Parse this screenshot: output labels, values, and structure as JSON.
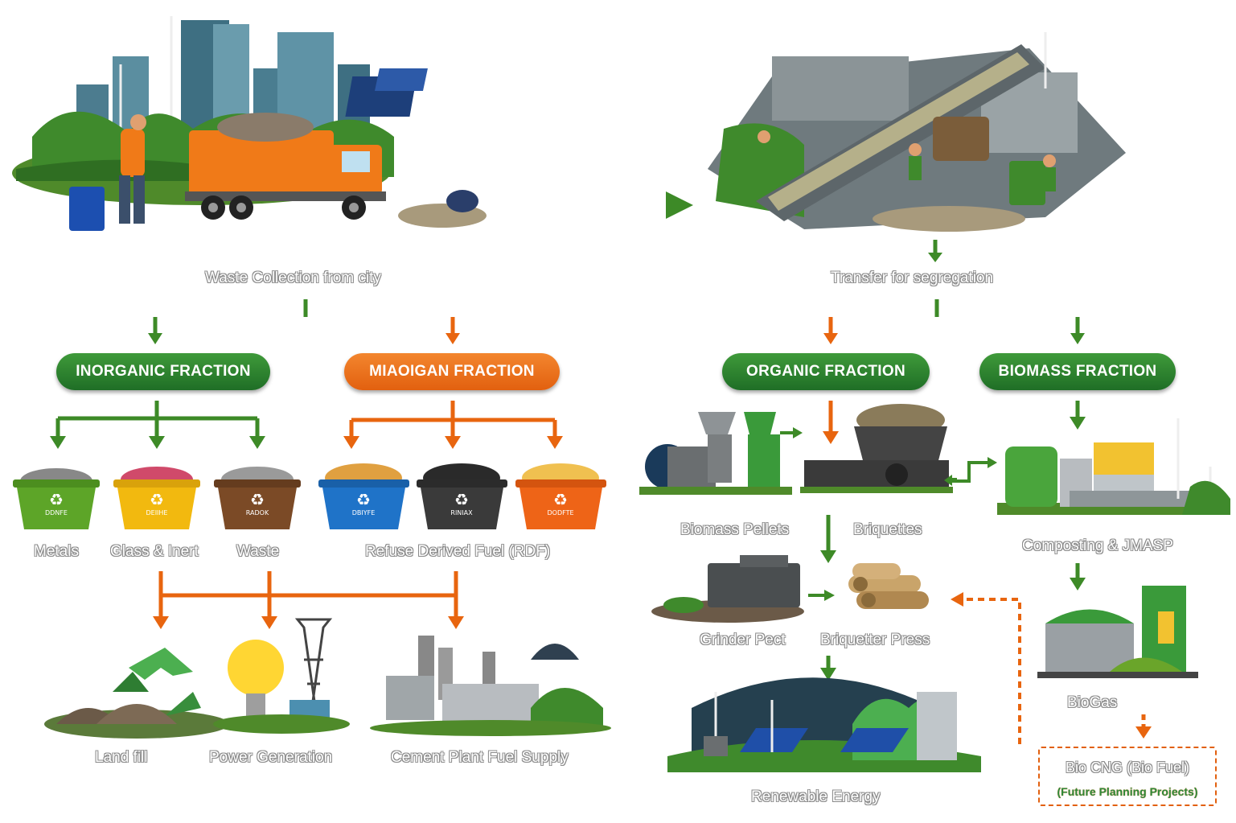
{
  "stages": {
    "collection": "Waste Collection from city",
    "transfer": "Transfer for segregation"
  },
  "fractions": {
    "inorganic": "INORGANIC FRACTION",
    "miaoigan": "MIAOIGAN FRACTION",
    "organic": "ORGANIC FRACTION",
    "biomass": "BIOMASS FRACTION"
  },
  "bins": {
    "metals": "Metals",
    "glass": "Glass & Inert",
    "waste": "Waste",
    "rdf": "Refuse Derived Fuel (RDF)"
  },
  "bin_codes": [
    "DDNFE",
    "DEIIHE",
    "RADOK",
    "DBIYFE",
    "RINIAX",
    "DODFTE"
  ],
  "outputs": {
    "landfill": "Land fill",
    "power": "Power Generation",
    "cement": "Cement Plant Fuel Supply"
  },
  "organic_chain": {
    "pellets": "Biomass Pellets",
    "briquettes": "Briquettes",
    "grinder": "Grinder Pect",
    "press": "Briquetter Press",
    "renewable": "Renewable Energy"
  },
  "biomass_chain": {
    "composting": "Composting & JMASP",
    "biogas": "BioGas",
    "bio_cng": "Bio CNG (Bio Fuel)",
    "future": "(Future Planning Projects)"
  },
  "colors": {
    "green": "#2e7d32",
    "orange": "#e8650f",
    "bin_green": "#5da528",
    "bin_yellow": "#f2b90f",
    "bin_brown": "#7b4a26",
    "bin_blue": "#1f73c8",
    "bin_black": "#3a3a3a",
    "bin_orange": "#ee6417"
  }
}
